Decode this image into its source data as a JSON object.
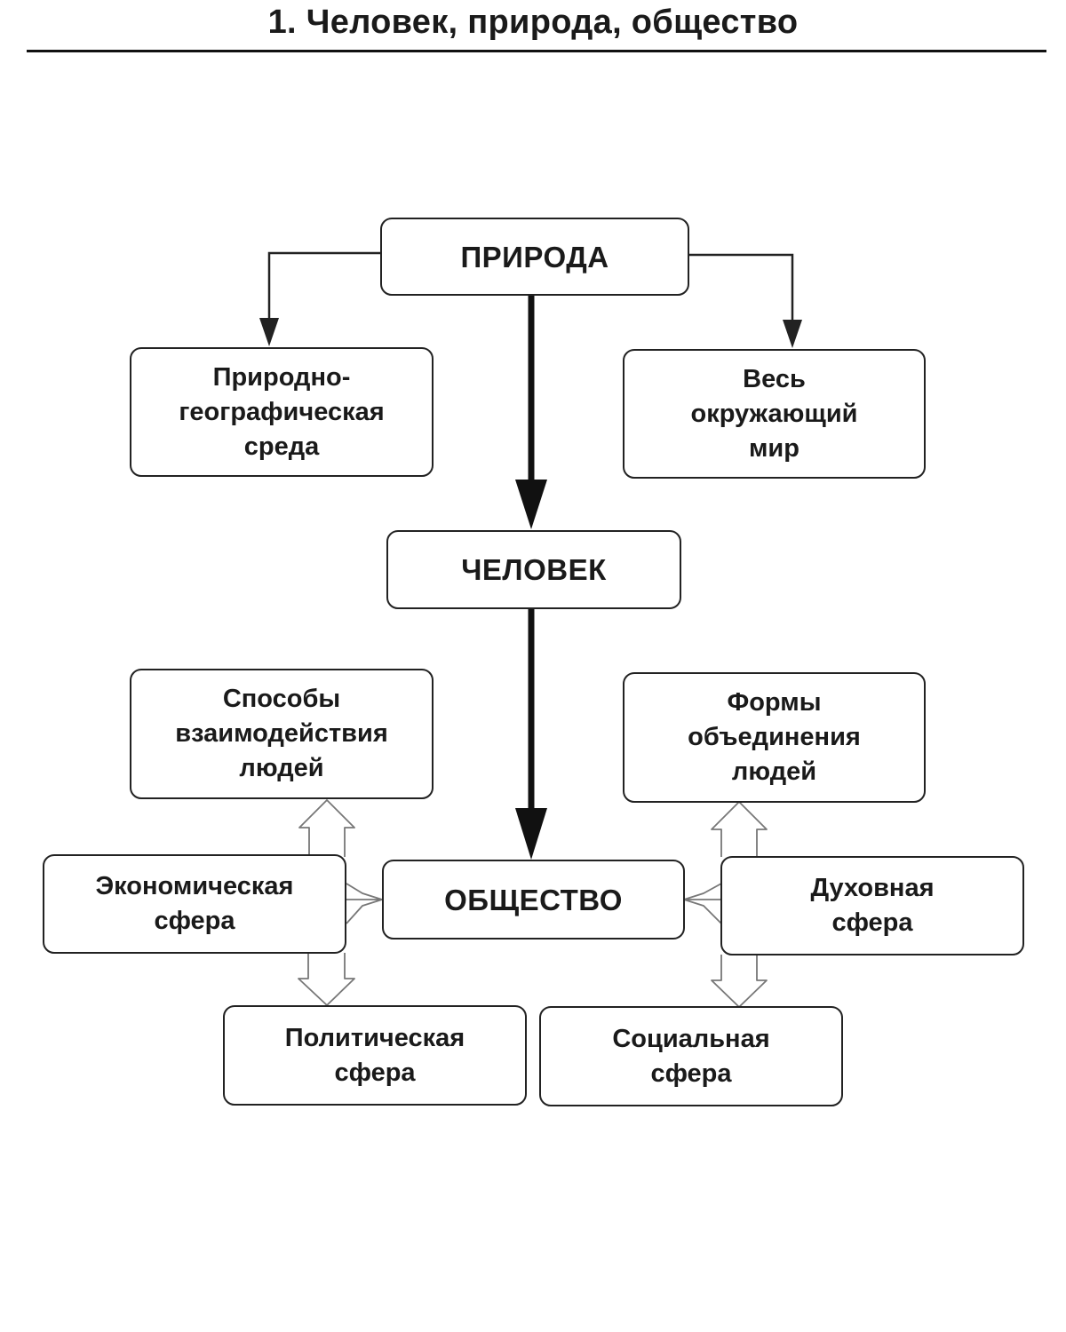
{
  "title": "1. Человек, природа, общество",
  "nodes": {
    "priroda": "ПРИРОДА",
    "prirodno_geograficheskaya_sreda": "Природно-\nгеографическая\nсреда",
    "ves_okruzhayushchiy_mir": "Весь\nокружающий\nмир",
    "chelovek": "ЧЕЛОВЕК",
    "sposoby_vzaimodeystviya": "Способы\nвзаимодействия\nлюдей",
    "formy_obedineniya": "Формы\nобъединения\nлюдей",
    "obshchestvo": "ОБЩЕСТВО",
    "ekonomicheskaya_sfera": "Экономическая\nсфера",
    "dukhovnaya_sfera": "Духовная\nсфера",
    "politicheskaya_sfera": "Политическая\nсфера",
    "sotsialnaya_sfera": "Социальная\nсфера"
  },
  "edges": [
    {
      "from": "priroda",
      "to": "prirodno_geograficheskaya_sreda",
      "style": "thin-arrow"
    },
    {
      "from": "priroda",
      "to": "ves_okruzhayushchiy_mir",
      "style": "thin-arrow"
    },
    {
      "from": "priroda",
      "to": "chelovek",
      "style": "bold-arrow"
    },
    {
      "from": "chelovek",
      "to": "obshchestvo",
      "style": "bold-arrow"
    },
    {
      "from": "obshchestvo",
      "to": "sposoby_vzaimodeystviya",
      "style": "hollow-arrow"
    },
    {
      "from": "obshchestvo",
      "to": "politicheskaya_sfera",
      "style": "hollow-arrow"
    },
    {
      "from": "obshchestvo",
      "to": "ekonomicheskaya_sfera",
      "style": "hollow-arrow"
    },
    {
      "from": "obshchestvo",
      "to": "formy_obedineniya",
      "style": "hollow-arrow"
    },
    {
      "from": "obshchestvo",
      "to": "sotsialnaya_sfera",
      "style": "hollow-arrow"
    },
    {
      "from": "obshchestvo",
      "to": "dukhovnaya_sfera",
      "style": "hollow-arrow"
    }
  ]
}
